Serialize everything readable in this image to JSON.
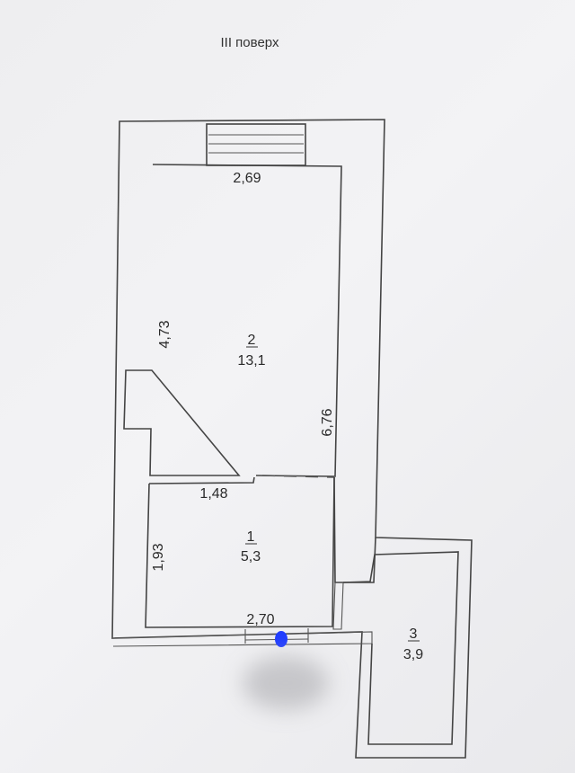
{
  "floor_title": "III поверх",
  "rooms": [
    {
      "number": "1",
      "area": "5,3"
    },
    {
      "number": "2",
      "area": "13,1"
    },
    {
      "number": "3",
      "area": "3,9"
    }
  ],
  "dimensions": {
    "room2_width": "2,69",
    "room2_left_wall": "4,73",
    "room2_right_wall": "6,76",
    "room1_top_wall": "1,48",
    "room1_left_wall": "1,93",
    "room1_bottom_wall": "2,70"
  },
  "colors": {
    "marker": "#1f3cff",
    "wall": "#444444",
    "paper": "#f0f0f2"
  }
}
